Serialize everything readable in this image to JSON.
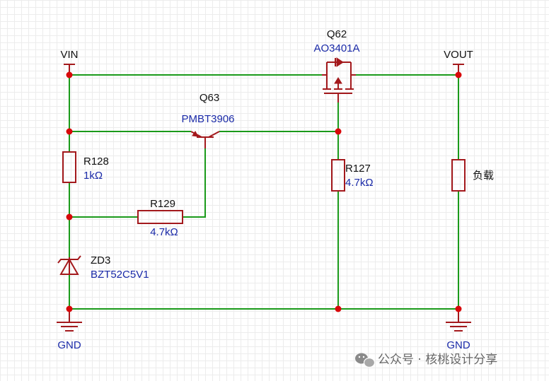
{
  "nets": {
    "vin": "VIN",
    "vout": "VOUT",
    "gnd_left": "GND",
    "gnd_right": "GND"
  },
  "components": {
    "q62": {
      "ref": "Q62",
      "value": "AO3401A"
    },
    "q63": {
      "ref": "Q63",
      "value": "PMBT3906"
    },
    "r128": {
      "ref": "R128",
      "value": "1kΩ"
    },
    "r129": {
      "ref": "R129",
      "value": "4.7kΩ"
    },
    "r127": {
      "ref": "R127",
      "value": "4.7kΩ"
    },
    "zd3": {
      "ref": "ZD3",
      "value": "BZT52C5V1"
    },
    "load": {
      "label": "负载"
    }
  },
  "watermark": {
    "text": "公众号 · 核桃设计分享"
  },
  "colors": {
    "wire": "#1a9a1a",
    "component": "#a3191c",
    "junction": "#d8080a",
    "ref_label": "#111111",
    "value_label": "#1a2aa8"
  }
}
